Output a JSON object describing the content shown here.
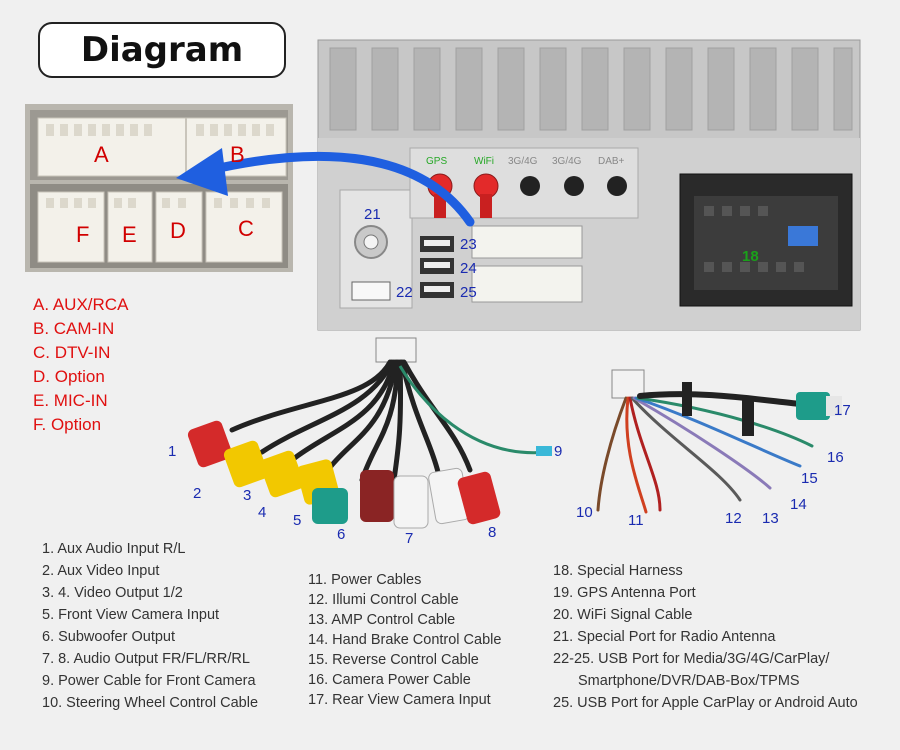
{
  "title": "Diagram",
  "connector_letters": [
    "A",
    "B",
    "C",
    "D",
    "E",
    "F"
  ],
  "legend": [
    "A. AUX/RCA",
    "B. CAM-IN",
    "C. DTV-IN",
    "D. Option",
    "E. MIC-IN",
    "F. Option"
  ],
  "port_labels": {
    "gps": "GPS",
    "wifi": "WiFi",
    "ant1": "3G/4G",
    "ant2": "3G/4G",
    "dab": "DAB+"
  },
  "callouts": {
    "n18": "18",
    "n21": "21",
    "n22": "22",
    "n23": "23",
    "n24": "24",
    "n25": "25",
    "n1": "1",
    "n2": "2",
    "n3": "3",
    "n4": "4",
    "n5": "5",
    "n6": "6",
    "n7": "7",
    "n8": "8",
    "n9": "9",
    "n10": "10",
    "n11": "11",
    "n12": "12",
    "n13": "13",
    "n14": "14",
    "n15": "15",
    "n16": "16",
    "n17": "17"
  },
  "list_col1": [
    "1. Aux Audio Input R/L",
    "2. Aux Video Input",
    "3. 4. Video Output 1/2",
    "5. Front View Camera Input",
    "6. Subwoofer Output",
    "7. 8. Audio Output FR/FL/RR/RL",
    "9. Power Cable for Front Camera",
    "10. Steering Wheel Control Cable"
  ],
  "list_col2": [
    "11. Power Cables",
    "12. Illumi Control Cable",
    "13. AMP Control Cable",
    "14. Hand Brake Control Cable",
    "15. Reverse Control Cable",
    "16. Camera Power Cable",
    "17. Rear View Camera Input"
  ],
  "list_col3": [
    "18. Special Harness",
    "19. GPS Antenna Port",
    "20. WiFi Signal Cable",
    "21. Special Port for Radio Antenna",
    "22-25. USB Port for Media/3G/4G/CarPlay/",
    "Smartphone/DVR/DAB-Box/TPMS",
    "25. USB Port  for Apple CarPlay or  Android Auto"
  ],
  "colors": {
    "legend_red": "#e01010",
    "callout_blue": "#1a2bb0",
    "arrow_blue": "#1f5fe0",
    "rca_red": "#d42a2a",
    "rca_yellow": "#f2c800",
    "rca_white": "#f4f4f4",
    "rca_teal": "#1e9c8a",
    "rca_maroon": "#8a2424"
  }
}
